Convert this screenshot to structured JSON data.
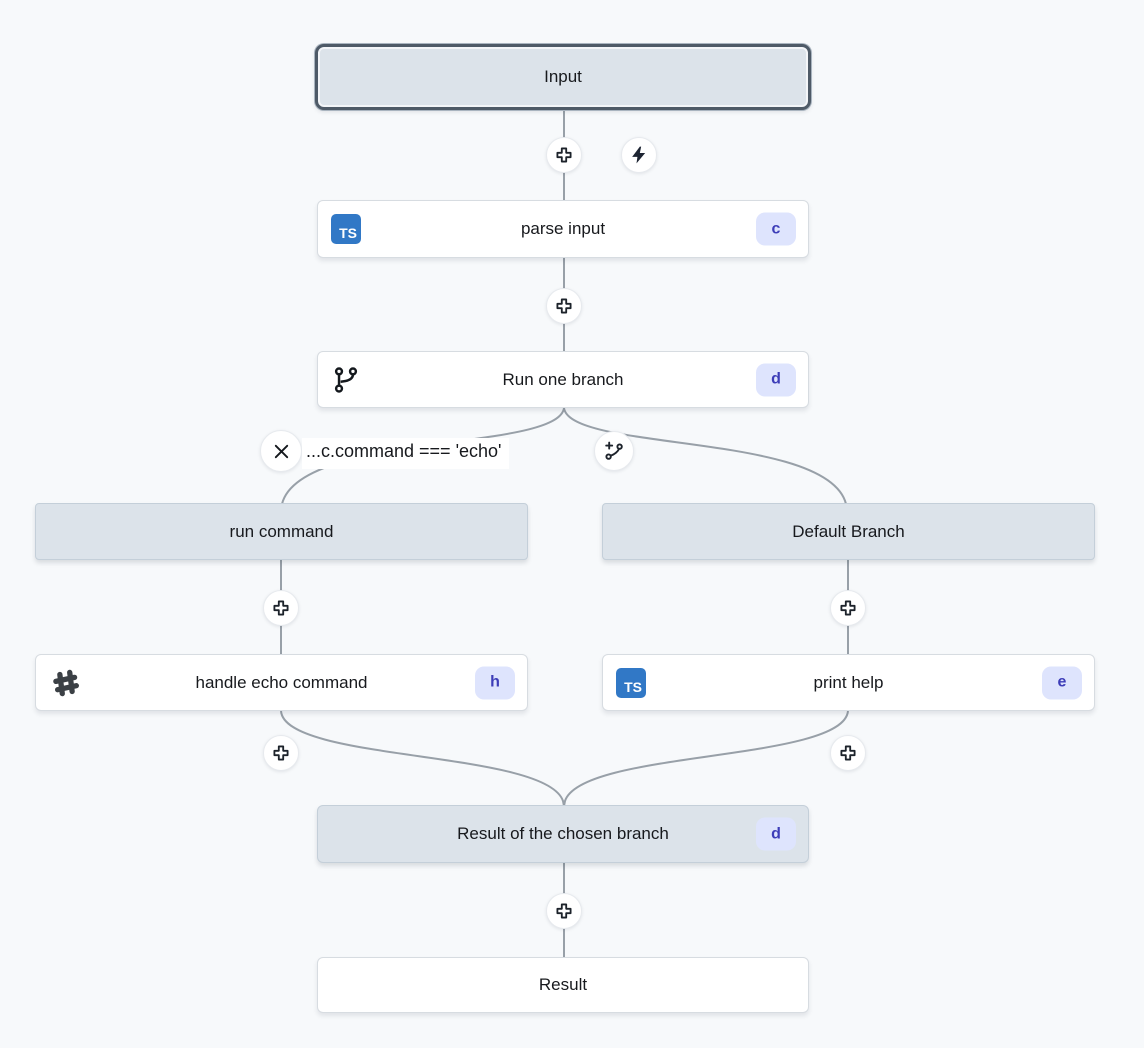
{
  "colors": {
    "canvas-bg": "#f7f9fb",
    "node-grey": "#dce3ea",
    "grey-border": "#c4cfd9",
    "node-white": "#ffffff",
    "white-border": "#d7dce1",
    "edge": "#98a0a8",
    "text": "#17191d",
    "badge-bg": "#dee4fd",
    "badge-text": "#3d3db8",
    "ts-blue": "#3178c6",
    "input-border": "#4e5a67"
  },
  "nodes": {
    "input": {
      "label": "Input"
    },
    "parse_input": {
      "label": "parse input",
      "badge": "c"
    },
    "run_one_branch": {
      "label": "Run one branch",
      "badge": "d"
    },
    "run_command": {
      "label": "run command"
    },
    "default_branch": {
      "label": "Default Branch"
    },
    "handle_echo_command": {
      "label": "handle echo command",
      "badge": "h"
    },
    "print_help": {
      "label": "print help",
      "badge": "e"
    },
    "result_of_chosen_branch": {
      "label": "Result of the chosen branch",
      "badge": "d"
    },
    "result": {
      "label": "Result"
    }
  },
  "branch": {
    "condition_label": "...c.command === 'echo'"
  },
  "icons": {
    "typescript_label": "TS"
  }
}
